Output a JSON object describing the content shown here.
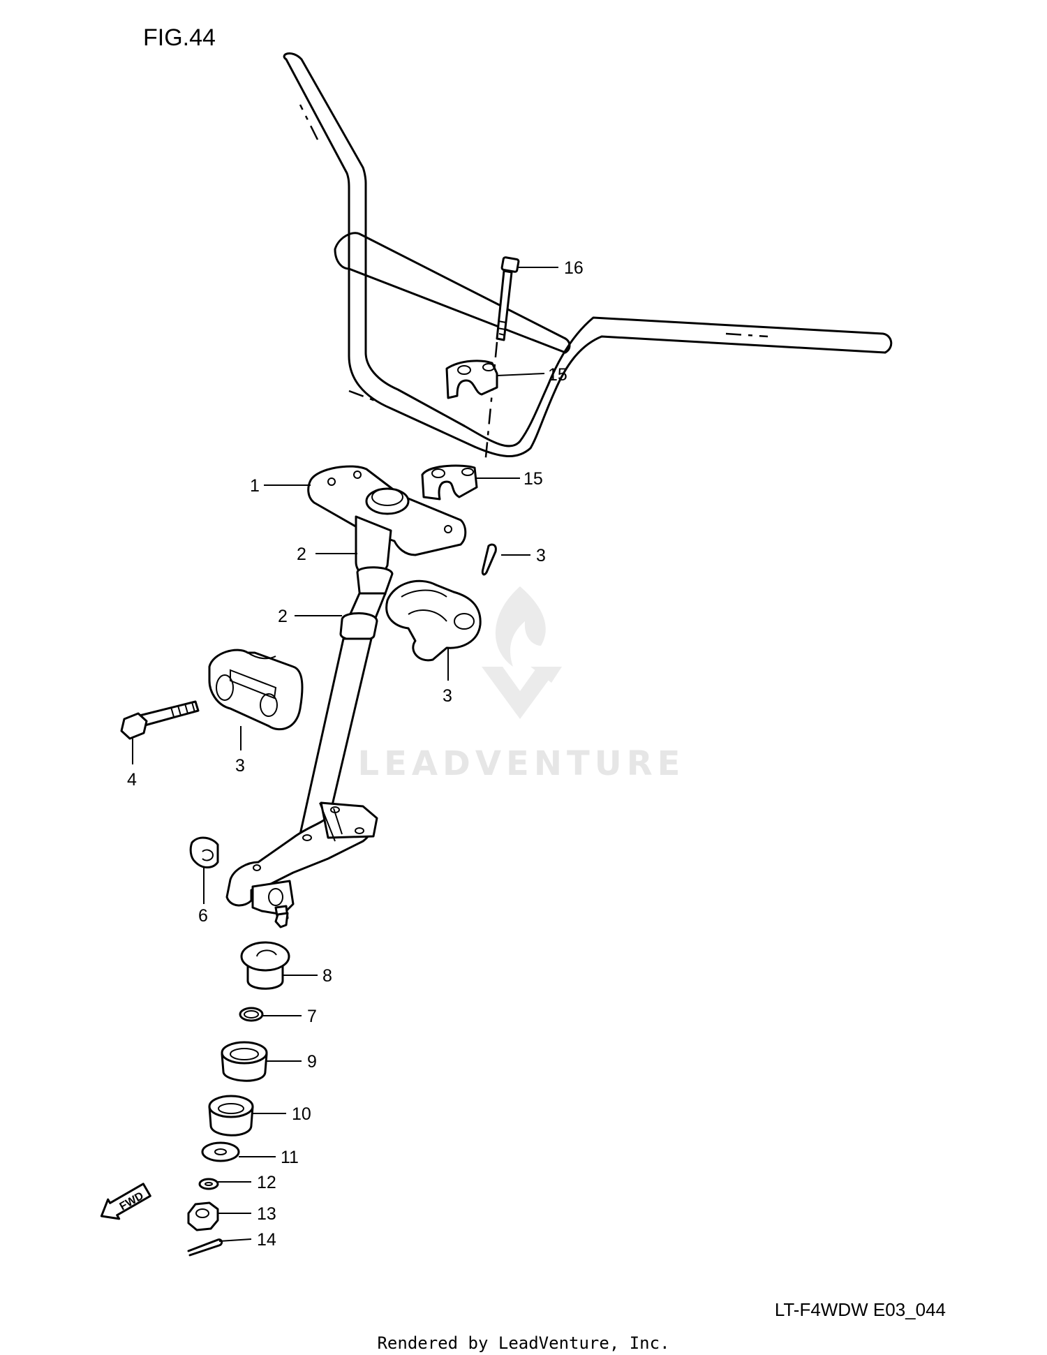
{
  "figure": {
    "title": "FIG.44",
    "drawing_code": "LT-F4WDW E03_044",
    "rendered_by": "Rendered by LeadVenture, Inc."
  },
  "watermark": {
    "text": "LEADVENTURE",
    "icon": "flame-v-logo-icon",
    "color": "#e6e6e6"
  },
  "fwd_marker": {
    "label": "FWD",
    "icon": "arrow-left-icon"
  },
  "callouts": [
    {
      "id": "c16",
      "label": "16"
    },
    {
      "id": "c15a",
      "label": "15"
    },
    {
      "id": "c15b",
      "label": "15"
    },
    {
      "id": "c1",
      "label": "1"
    },
    {
      "id": "c2a",
      "label": "2"
    },
    {
      "id": "c3a",
      "label": "3"
    },
    {
      "id": "c2b",
      "label": "2"
    },
    {
      "id": "c3b",
      "label": "3"
    },
    {
      "id": "c3c",
      "label": "3"
    },
    {
      "id": "c4",
      "label": "4"
    },
    {
      "id": "c6",
      "label": "6"
    },
    {
      "id": "c8",
      "label": "8"
    },
    {
      "id": "c7",
      "label": "7"
    },
    {
      "id": "c9",
      "label": "9"
    },
    {
      "id": "c10",
      "label": "10"
    },
    {
      "id": "c11",
      "label": "11"
    },
    {
      "id": "c12",
      "label": "12"
    },
    {
      "id": "c13",
      "label": "13"
    },
    {
      "id": "c14",
      "label": "14"
    }
  ]
}
